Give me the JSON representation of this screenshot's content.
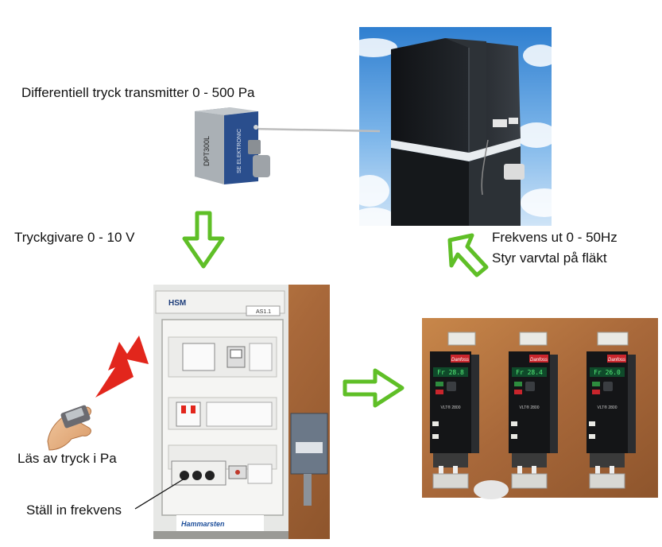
{
  "labels": {
    "transmitter": "Differentiell tryck transmitter 0 - 500 Pa",
    "sensor_signal": "Tryckgivare 0 - 10 V",
    "frequency_out": "Frekvens ut  0 - 50Hz",
    "fan_speed": "Styr varvtal på fläkt",
    "read_pressure": "Läs av tryck i Pa",
    "set_frequency": "Ställ in frekvens"
  },
  "device_text": {
    "transmitter_model": "DPT300L",
    "transmitter_brand": "SE ELEKTRONIC",
    "cabinet_brand": "HSM",
    "cabinet_tag": "AS1.1",
    "cabinet_footer": "Hammarsten",
    "drive_brand": "Danfoss",
    "drive_model": "VLT® 2800",
    "drive_displays": [
      "Fr 28.8",
      "Fr 28.4",
      "Fr 26.0"
    ]
  },
  "colors": {
    "arrow_green": "#5fbf27",
    "lightning_red": "#e2261c",
    "sky_blue": "#3f8fd8",
    "wood": "#b3743b"
  }
}
